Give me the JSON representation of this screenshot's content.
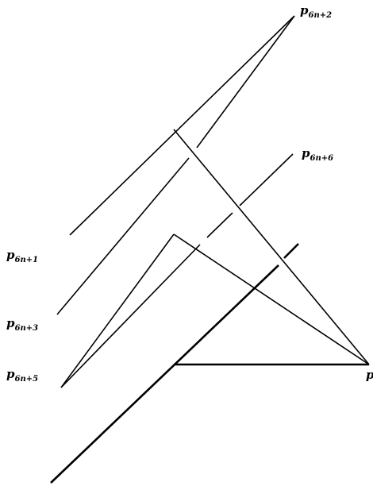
{
  "labels": {
    "p2": {
      "base": "p",
      "sub": "6n+2"
    },
    "p6": {
      "base": "p",
      "sub": "6n+6"
    },
    "p1": {
      "base": "p",
      "sub": "6n+1"
    },
    "p3": {
      "base": "p",
      "sub": "6n+3"
    },
    "p5": {
      "base": "p",
      "sub": "6n+5"
    },
    "pr": {
      "base": "p",
      "sub": ""
    }
  },
  "colors": {
    "stroke": "#000000",
    "background": "#ffffff"
  }
}
